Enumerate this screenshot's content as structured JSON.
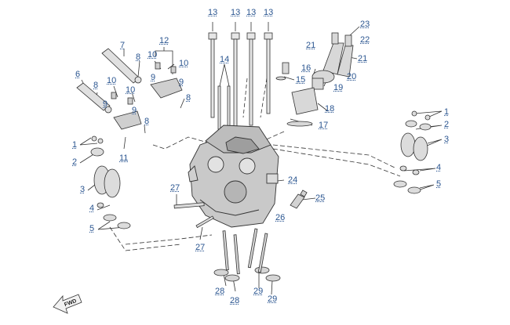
{
  "diagram": {
    "callouts": [
      {
        "id": "c13a",
        "text": "13"
      },
      {
        "id": "c13b",
        "text": "13"
      },
      {
        "id": "c13c",
        "text": "13"
      },
      {
        "id": "c13d",
        "text": "13"
      },
      {
        "id": "c14",
        "text": "14"
      },
      {
        "id": "c12",
        "text": "12"
      },
      {
        "id": "c7",
        "text": "7"
      },
      {
        "id": "c8a",
        "text": "8"
      },
      {
        "id": "c10a",
        "text": "10"
      },
      {
        "id": "c10b",
        "text": "10"
      },
      {
        "id": "c9a",
        "text": "9"
      },
      {
        "id": "c9b",
        "text": "9"
      },
      {
        "id": "c6",
        "text": "6"
      },
      {
        "id": "c8b",
        "text": "8"
      },
      {
        "id": "c10c",
        "text": "10"
      },
      {
        "id": "c10d",
        "text": "10"
      },
      {
        "id": "c9c",
        "text": "9"
      },
      {
        "id": "c9d",
        "text": "9"
      },
      {
        "id": "c8c",
        "text": "8"
      },
      {
        "id": "c8d",
        "text": "8"
      },
      {
        "id": "c11",
        "text": "11"
      },
      {
        "id": "c1a",
        "text": "1"
      },
      {
        "id": "c2a",
        "text": "2"
      },
      {
        "id": "c3a",
        "text": "3"
      },
      {
        "id": "c4a",
        "text": "4"
      },
      {
        "id": "c5a",
        "text": "5"
      },
      {
        "id": "c23",
        "text": "23"
      },
      {
        "id": "c21a",
        "text": "21"
      },
      {
        "id": "c22",
        "text": "22"
      },
      {
        "id": "c21b",
        "text": "21"
      },
      {
        "id": "c16",
        "text": "16"
      },
      {
        "id": "c15",
        "text": "15"
      },
      {
        "id": "c20",
        "text": "20"
      },
      {
        "id": "c19",
        "text": "19"
      },
      {
        "id": "c18",
        "text": "18"
      },
      {
        "id": "c17",
        "text": "17"
      },
      {
        "id": "c1b",
        "text": "1"
      },
      {
        "id": "c2b",
        "text": "2"
      },
      {
        "id": "c3b",
        "text": "3"
      },
      {
        "id": "c4b",
        "text": "4"
      },
      {
        "id": "c5b",
        "text": "5"
      },
      {
        "id": "c24",
        "text": "24"
      },
      {
        "id": "c25",
        "text": "25"
      },
      {
        "id": "c27a",
        "text": "27"
      },
      {
        "id": "c26",
        "text": "26"
      },
      {
        "id": "c27b",
        "text": "27"
      },
      {
        "id": "c28a",
        "text": "28"
      },
      {
        "id": "c28b",
        "text": "28"
      },
      {
        "id": "c29a",
        "text": "29"
      },
      {
        "id": "c29b",
        "text": "29"
      }
    ],
    "fwd_label": "FWD"
  },
  "colors": {
    "callout_text": "#2a5590",
    "line": "#333333",
    "part_fill": "#d6d6d6"
  }
}
